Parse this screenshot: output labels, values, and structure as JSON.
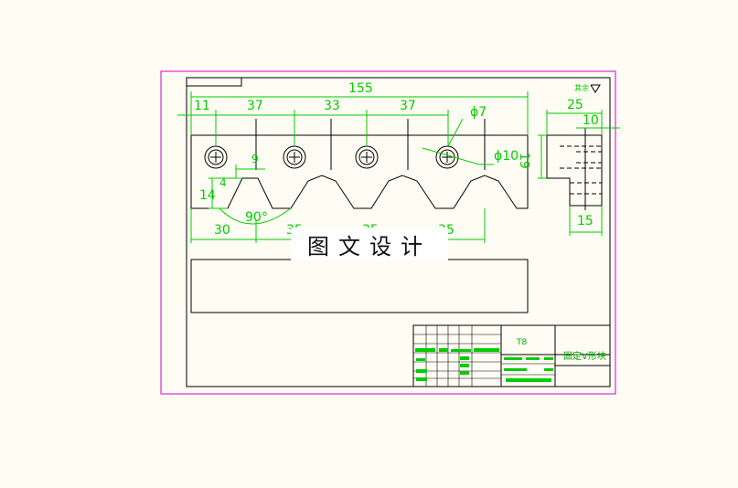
{
  "drawing": {
    "surface_finish_label": "其余",
    "dimensions": {
      "overall_length": "155",
      "d11": "11",
      "d37a": "37",
      "d33": "33",
      "d37b": "37",
      "hole_dia": "ϕ7",
      "counterbore_dia": "ϕ10",
      "d9": "9",
      "d4": "4",
      "d14": "14",
      "angle": "90°",
      "d30": "30",
      "d35a": "35",
      "d35b": "35",
      "d35c": "35",
      "side_width": "25",
      "side_10": "10",
      "side_height": "19",
      "side_15": "15"
    },
    "title_block": {
      "material": "T8",
      "part_name": "固定V形块"
    }
  },
  "watermark": {
    "text": "图文设计"
  }
}
